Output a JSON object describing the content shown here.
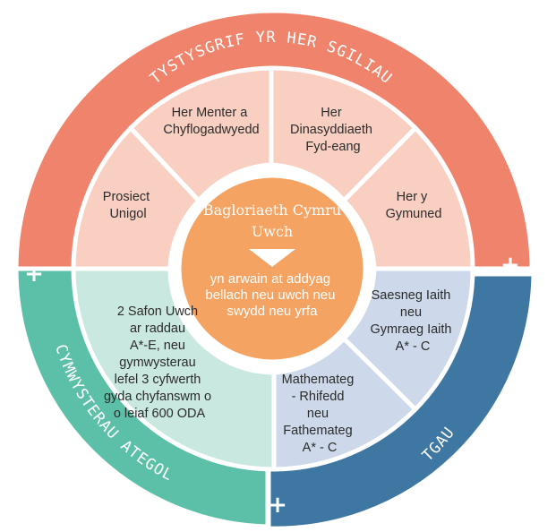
{
  "ring": {
    "top_label": "TYSTYSGRIF YR HER SGILIAU",
    "left_label": "CYMWYSTERAU ATEGOL",
    "right_label": "TGAU",
    "plus_symbol": "+"
  },
  "segments": {
    "prosiect": [
      "Prosiect",
      "Unigol"
    ],
    "menter": [
      "Her Menter a",
      "Chyflogadwyedd"
    ],
    "dinasyddiaeth": [
      "Her",
      "Dinasyddiaeth",
      "Fyd-eang"
    ],
    "gymuned": [
      "Her y",
      "Gymuned"
    ],
    "safon": [
      "2 Safon Uwch",
      "ar raddau",
      "A*-E, neu",
      "gymwysterau",
      "lefel 3 cyfwerth",
      "gyda chyfanswm o",
      "o leiaf 600 ODA"
    ],
    "saesneg": [
      "Saesneg Iaith",
      "neu",
      "Gymraeg Iaith",
      "A* - C"
    ],
    "mathemateg": [
      "Mathemateg",
      "- Rhifedd",
      "neu",
      "Fathemateg",
      "A* - C"
    ]
  },
  "center": {
    "title_1": "Bagloriaeth Cymru",
    "title_2": "Uwch",
    "body": [
      "yn arwain at addyag",
      "bellach neu uwch neu",
      "swydd neu yrfa"
    ]
  },
  "colors": {
    "ring_salmon": "#ef836b",
    "ring_teal": "#5cc0a8",
    "ring_blue": "#3f77a3",
    "seg_pink": "#f9cfc1",
    "seg_mint": "#c9e8df",
    "seg_lightblue": "#cdd9ea",
    "center_orange": "#f4a362"
  }
}
